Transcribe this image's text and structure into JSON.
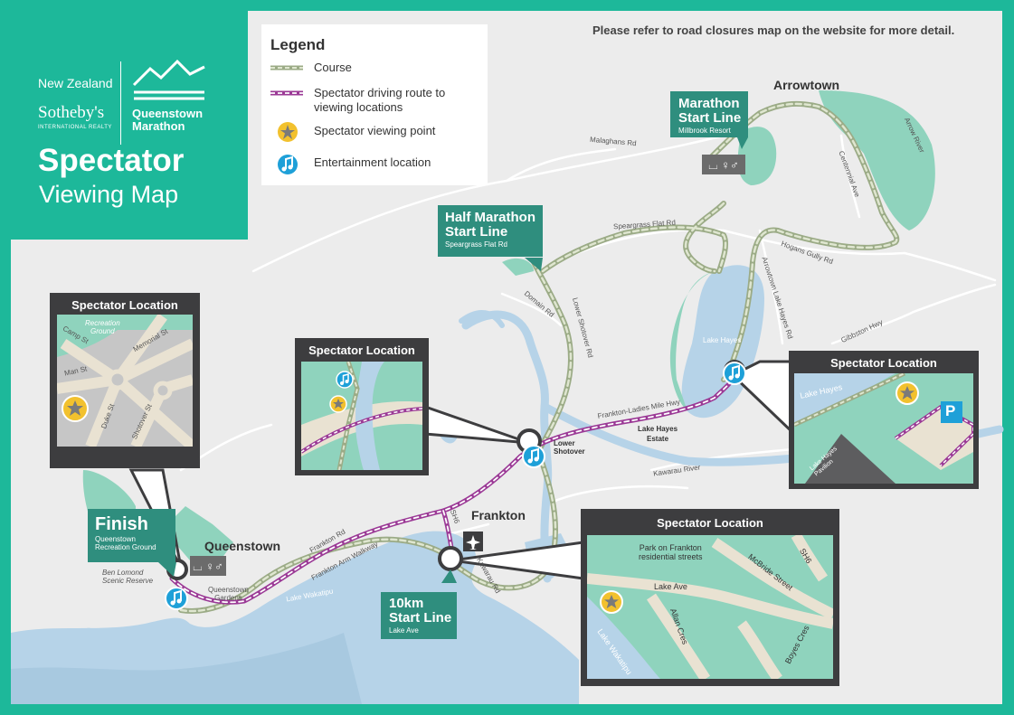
{
  "brand": {
    "new_zealand": "New Zealand",
    "sothebys": "Sotheby's",
    "realty": "INTERNATIONAL REALTY",
    "event_line1": "Queenstown",
    "event_line2": "Marathon",
    "title_line1": "Spectator",
    "title_line2": "Viewing Map"
  },
  "note": "Please refer to road closures map on the website for more detail.",
  "legend": {
    "title": "Legend",
    "items": [
      {
        "label": "Course",
        "icon": "course-line"
      },
      {
        "label": "Spectator driving route to",
        "label2": "viewing locations",
        "icon": "driving-route-line"
      },
      {
        "label": "Spectator viewing point",
        "icon": "star-icon"
      },
      {
        "label": "Entertainment location",
        "icon": "music-note-icon"
      }
    ]
  },
  "places": {
    "arrowtown": "Arrowtown",
    "queenstown": "Queenstown",
    "frankton": "Frankton",
    "lower_shotover_1": "Lower",
    "lower_shotover_2": "Shotover",
    "lake_hayes_estate_1": "Lake Hayes",
    "lake_hayes_estate_2": "Estate"
  },
  "roads": {
    "malaghans": "Malaghans Rd",
    "speargrass": "Speargrass Flat Rd",
    "domain": "Domain Rd",
    "lower_shotover": "Lower Shotover Rd",
    "arrow_river": "Arrow River",
    "centennial": "Centennial Ave",
    "hogans": "Hogans Gully Rd",
    "arrowtown_lake_hayes": "Arrowtown Lake Hayes Rd",
    "gibbston": "Gibbston Hwy",
    "lake_hayes": "Lake Hayes",
    "frankton_ladies_mile": "Frankton-Ladies Mile Hwy",
    "kawarau_river": "Kawarau River",
    "frankton_rd": "Frankton Rd",
    "frankton_arm": "Frankton Arm Walkway",
    "lake_wakatipu": "Lake Wakatipu",
    "sh6": "SH6",
    "kawarau_rd": "Kawarau Rd",
    "queenstown_gardens_1": "Queenstown",
    "queenstown_gardens_2": "Gardens",
    "ben_lomond_1": "Ben Lomond",
    "ben_lomond_2": "Scenic Reserve"
  },
  "tags": {
    "marathon": {
      "title1": "Marathon",
      "title2": "Start Line",
      "sub": "Millbrook Resort"
    },
    "half": {
      "title1": "Half Marathon",
      "title2": "Start Line",
      "sub": "Speargrass Flat Rd"
    },
    "finish": {
      "title1": "Finish",
      "sub1": "Queenstown",
      "sub2": "Recreation Ground"
    },
    "tenk": {
      "title1": "10km",
      "title2": "Start Line",
      "sub": "Lake Ave"
    }
  },
  "cards": {
    "c1": {
      "title": "Spectator Location",
      "labels": {
        "recreation_1": "Recreation",
        "recreation_2": "Ground",
        "camp": "Camp St",
        "memorial": "Memorial St",
        "man": "Man St",
        "duke": "Duke St",
        "shotover": "Shotover St"
      }
    },
    "c2": {
      "title": "Spectator Location"
    },
    "c3": {
      "title": "Spectator Location",
      "labels": {
        "lake_hayes": "Lake Hayes",
        "pavilion_1": "Lake Hayes",
        "pavilion_2": "Pavilion",
        "parking": "P"
      }
    },
    "c4": {
      "title": "Spectator Location",
      "labels": {
        "park_1": "Park on Frankton",
        "park_2": "residential streets",
        "mcbride": "McBride Street",
        "sh6": "SH6",
        "lake_ave": "Lake Ave",
        "allan": "Allan Cres",
        "boyes": "Boyes Cres",
        "lake_wakatipu": "Lake Wakatipu"
      }
    }
  },
  "colors": {
    "brand_teal": "#1db89a",
    "land": "#ececec",
    "green_area": "#8fd3bd",
    "water": "#b6d3e8",
    "course": "#b9c8a4",
    "driving_route": "#9b3a96",
    "star": "#f2c12e",
    "music": "#1ea0d8",
    "card": "#3d3d3f",
    "tag": "#2f8e7e"
  }
}
